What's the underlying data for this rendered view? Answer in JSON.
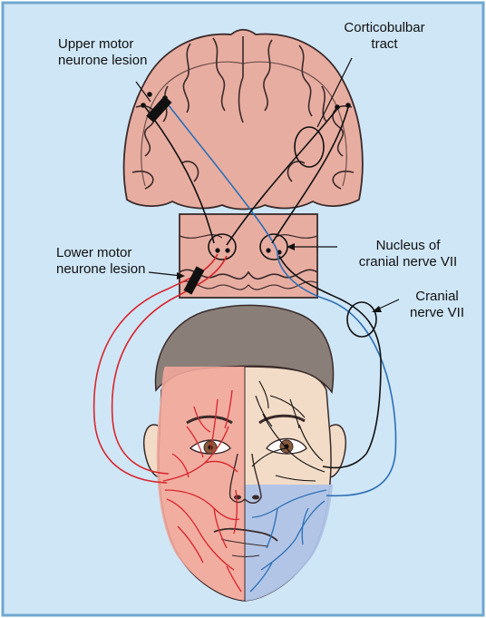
{
  "labels": {
    "upper_lesion": [
      "Upper motor",
      "neurone lesion"
    ],
    "tract": [
      "Corticobulbar",
      "tract"
    ],
    "lower_lesion": [
      "Lower motor",
      "neurone lesion"
    ],
    "nucleus": [
      "Nucleus of",
      "cranial nerve VII"
    ],
    "nerve": [
      "Cranial",
      "nerve VII"
    ]
  },
  "colors": {
    "background": "#cfe6f6",
    "border": "#6fa7cf",
    "brain": "#e8ada1",
    "brain_stroke": "#3a2a2a",
    "hair": "#8a7f78",
    "skin": "#f3dcc7",
    "face_left_tint": "#f1a79b",
    "face_right_lower_tint": "#aec3e8",
    "red_nerve": "#d8242c",
    "blue_nerve": "#2c6fb6",
    "black": "#111111"
  }
}
